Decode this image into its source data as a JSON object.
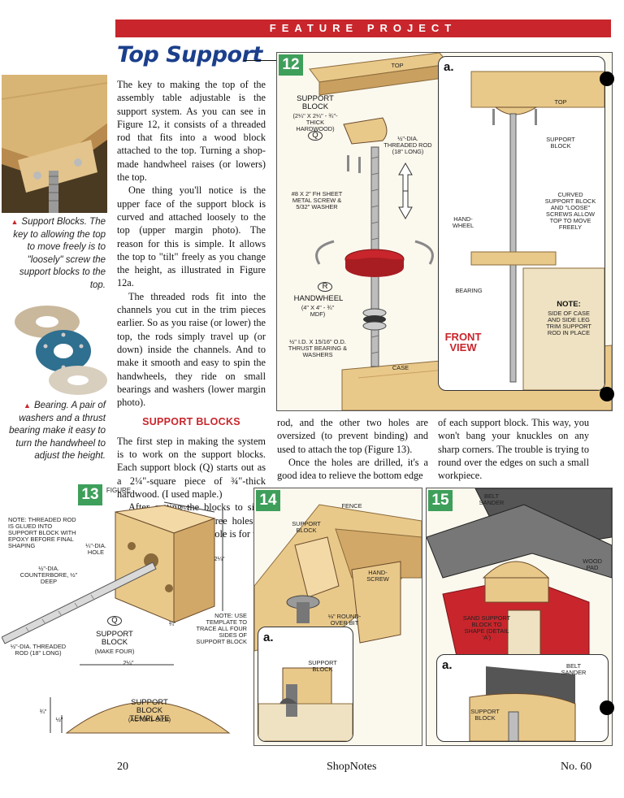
{
  "header": {
    "banner": "FEATURE PROJECT"
  },
  "title": "Top Support",
  "body": {
    "col1_paragraphs": [
      "The key to making the top of the assembly table adjustable is the support system. As you can see in Figure 12, it consists of a threaded rod that fits into a wood block attached to the top. Turning a shop-made handwheel raises (or lowers) the top.",
      "One thing you'll notice is the upper face of the support block is curved and attached loosely to the top (upper margin photo). The reason for this is simple. It allows the top to \"tilt\" freely as you change the height, as illustrated in Figure 12a.",
      "The threaded rods fit into the channels you cut in the trim pieces earlier. So as you raise (or lower) the top, the rods simply travel up (or down) inside the channels. And to make it smooth and easy to spin the handwheels, they ride on small bearings and washers (lower margin photo)."
    ],
    "subhead": "SUPPORT BLOCKS",
    "col1_after": [
      "The first step in making the system is to work on the support blocks. Each support block (Q) starts out as a 2¼\"-square piece of ¾\"-thick hardwood. (I used maple.)",
      "After cutting the blocks to size, you're ready to drill three holes in each block. The center hole is for the"
    ],
    "col2_paragraphs": [
      "rod, and the other two holes are oversized (to prevent binding) and used to attach the top (Figure 13).",
      "Once the holes are drilled, it's a good idea to relieve the bottom edge"
    ],
    "col3_paragraphs": [
      "of each support block. This way, you won't bang your knuckles on any sharp corners. The trouble is trying to round over the edges on such a small workpiece."
    ]
  },
  "captions": {
    "support": {
      "lead": "Support Blocks.",
      "text": "The key to allowing the top to move freely is to \"loosely\" screw the support blocks to the top."
    },
    "bearing": {
      "lead": "Bearing.",
      "text": "A pair of washers and a thrust bearing make it easy to turn the handwheel to adjust the height."
    }
  },
  "fig12": {
    "number": "12",
    "top": "TOP",
    "support_block": "SUPPORT BLOCK",
    "support_block_dims": "(2¼\" x 2¼\" - ¾\"-THICK HARDWOOD)",
    "part_q": "Q",
    "threaded_rod": "½\"-DIA. THREADED ROD (18\" LONG)",
    "screw": "#8 x 2\" FH SHEET METAL SCREW & 5/32\" WASHER",
    "part_r": "R",
    "handwheel": "HANDWHEEL",
    "handwheel_dims": "(4\" x 4\" - ¾\" MDF)",
    "bearing": "½\" I.D. x 15/16\" O.D. THRUST BEARING & WASHERS",
    "case": "CASE",
    "detail": "a.",
    "detail_top": "TOP",
    "detail_support": "SUPPORT BLOCK",
    "detail_handwheel": "HAND-WHEEL",
    "detail_curved": "CURVED SUPPORT BLOCK AND \"LOOSE\" SCREWS ALLOW TOP TO MOVE FREELY",
    "detail_bearing": "BEARING",
    "front_view": "FRONT VIEW",
    "note_title": "NOTE:",
    "note_text": "SIDE OF CASE AND SIDE LEG TRIM SUPPORT ROD IN PLACE"
  },
  "fig13": {
    "number": "13",
    "figure": "FIGURE",
    "note": "NOTE: THREADED ROD IS GLUED INTO SUPPORT BLOCK WITH EPOXY BEFORE FINAL SHAPING",
    "hole": "¼\"-DIA. HOLE",
    "counterbore": "½\"-DIA. COUNTERBORE, ½\" DEEP",
    "rod": "½\"-DIA. THREADED ROD (18\" LONG)",
    "part": "Q",
    "block": "SUPPORT BLOCK",
    "make": "(MAKE FOUR)",
    "dim_top": "2¼\"",
    "dim_side": "2¼\"",
    "dim_thick": "¾\"",
    "dim_bottom": "2¼\"",
    "note2": "NOTE: USE TEMPLATE TO TRACE ALL FOUR SIDES OF SUPPORT BLOCK",
    "template": "SUPPORT BLOCK TEMPLATE",
    "template_sub": "(ACTUAL SIZE)",
    "tmpl_dim1": "¾\"",
    "tmpl_dim2": "½\""
  },
  "fig14": {
    "number": "14",
    "fence": "FENCE",
    "support": "SUPPORT BLOCK",
    "handscrew": "HAND-SCREW",
    "bit": "⅛\" ROUND-OVER BIT",
    "detail": "a.",
    "detail_support": "SUPPORT BLOCK"
  },
  "fig15": {
    "number": "15",
    "belt": "BELT SANDER",
    "pad": "WOOD PAD",
    "sand": "SAND SUPPORT BLOCK TO SHAPE (DETAIL 'a')",
    "detail": "a.",
    "detail_belt": "BELT SANDER",
    "detail_support": "SUPPORT BLOCK"
  },
  "footer": {
    "page": "20",
    "magazine": "ShopNotes",
    "issue": "No. 60"
  },
  "colors": {
    "accent_red": "#c8262c",
    "badge_green": "#3e9f5b",
    "title_blue": "#1b3f8c",
    "wood": "#e9c98a"
  }
}
